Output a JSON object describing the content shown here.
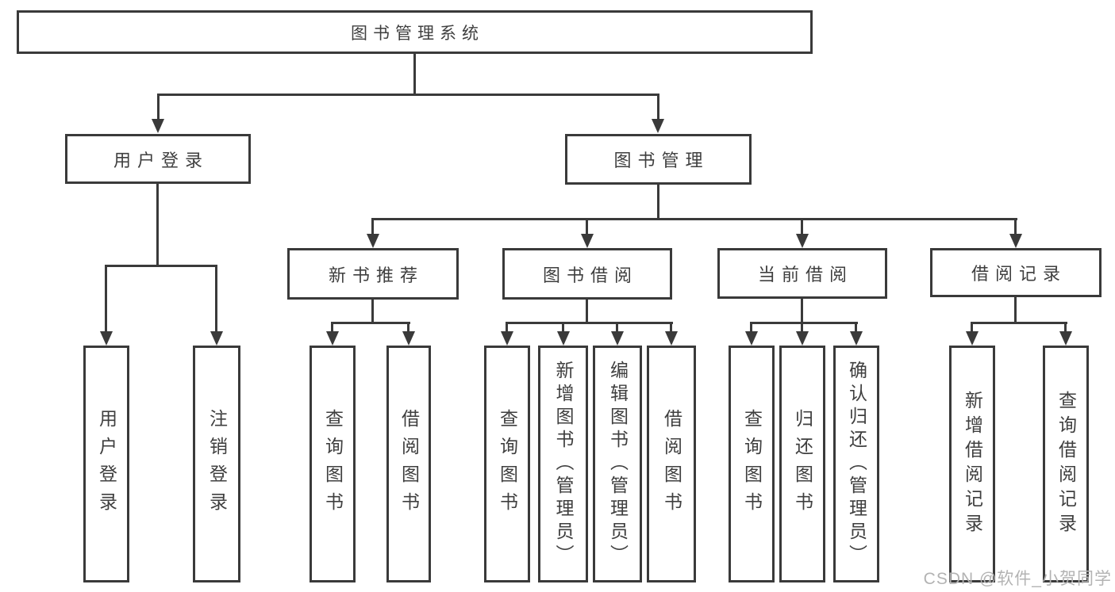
{
  "diagram": {
    "title": "图书管理系统",
    "level2": {
      "user_login": "用户登录",
      "book_mgmt": "图书管理"
    },
    "level3": {
      "new_book": "新书推荐",
      "book_borrow": "图书借阅",
      "current_borrow": "当前借阅",
      "borrow_records": "借阅记录"
    },
    "leaves": {
      "user_login": [
        "用户登录",
        "注销登录"
      ],
      "new_book": [
        "查询图书",
        "借阅图书"
      ],
      "book_borrow": [
        "查询图书",
        "新增图书（管理员）",
        "编辑图书（管理员）",
        "借阅图书"
      ],
      "current_borrow": [
        "查询图书",
        "归还图书",
        "确认归还（管理员）"
      ],
      "borrow_records": [
        "新增借阅记录",
        "查询借阅记录"
      ]
    },
    "colors": {
      "line": "#3a3a3a",
      "text": "#3f3f3f",
      "background": "#ffffff",
      "watermark": "#b3b3b3"
    }
  },
  "watermark": "CSDN @软件_小贺同学"
}
